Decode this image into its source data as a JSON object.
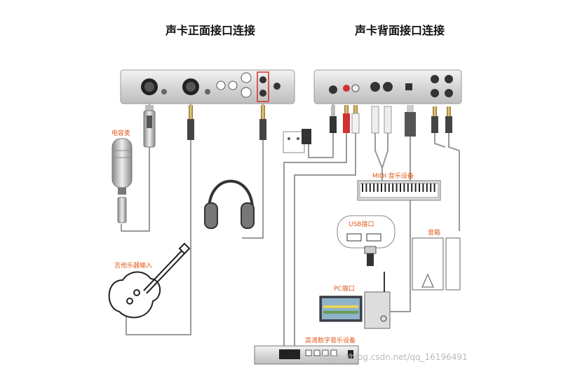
{
  "titles": {
    "front": "声卡正面接口连接",
    "back": "声卡背面接口连接"
  },
  "labels": {
    "condenser_mic": "电容麦",
    "guitar_input": "吉他乐器输入",
    "midi_device": "MIDI 音乐设备",
    "usb_port": "USB接口",
    "speaker": "音箱",
    "pc_port": "PC端口",
    "hd_digital_audio": "高清数字音乐设备"
  },
  "watermark": "https://blog.csdn.net/qq_16196491",
  "colors": {
    "label_orange": "#e05a1a",
    "cable_gray": "#9a9a9a",
    "highlight_red": "#d03030",
    "device_silver": "#d9d9d9"
  }
}
